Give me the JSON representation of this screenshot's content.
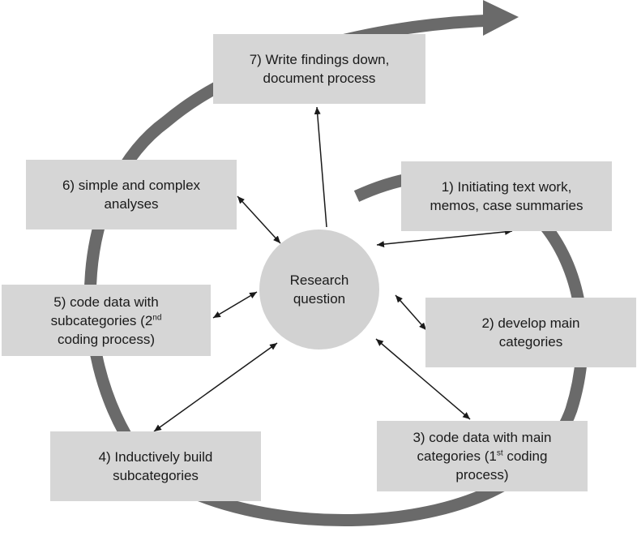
{
  "center": {
    "line1": "Research",
    "line2": "question"
  },
  "steps": [
    {
      "id": "step-1",
      "line1": "1) Initiating  text work,",
      "line2": "memos, case summaries",
      "line3": ""
    },
    {
      "id": "step-2",
      "line1": "2) develop main",
      "line2": "categories",
      "line3": ""
    },
    {
      "id": "step-3",
      "line1": "3) code data with main",
      "line2_pre": "categories (1",
      "line2_sup": "st",
      "line2_post": " coding",
      "line3": "process)"
    },
    {
      "id": "step-4",
      "line1": "4) Inductively build",
      "line2": "subcategories",
      "line3": ""
    },
    {
      "id": "step-5",
      "line1": "5) code data with",
      "line2_pre": "subcategories (2",
      "line2_sup": "nd",
      "line2_post": "",
      "line3": "coding process)"
    },
    {
      "id": "step-6",
      "line1": "6) simple and complex",
      "line2": "analyses",
      "line3": ""
    },
    {
      "id": "step-7",
      "line1": "7) Write findings down,",
      "line2": "document process",
      "line3": ""
    }
  ],
  "colors": {
    "box_fill": "#d6d6d6",
    "circle_fill": "#d2d2d2",
    "spiral": "#6a6a6a",
    "arrow": "#1a1a1a"
  }
}
